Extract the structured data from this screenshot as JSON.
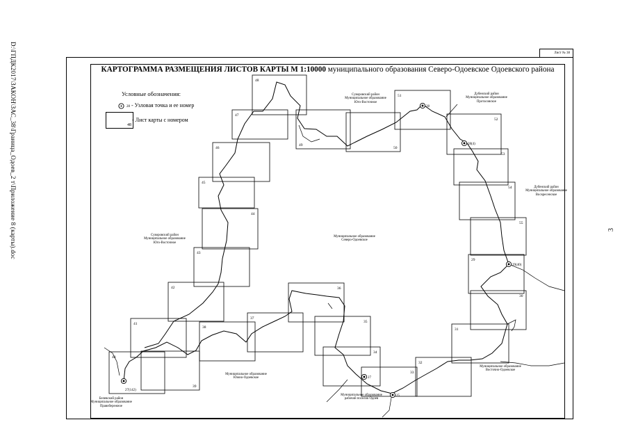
{
  "document": {
    "side_path": "D:\\ГПДК2017\\ЗАКОН\\ЗАС_38\\Граница_Одоев_2 т\\Приложение 8 (карты).doc",
    "page_number": "3",
    "stamp": "Лист № 38"
  },
  "map": {
    "title_bold": "КАРТОГРАММА РАЗМЕЩЕНИЯ ЛИСТОВ КАРТЫ М 1:10000",
    "title_rest": " муниципального образования Северо-Одоевское Одоевского района",
    "legend": {
      "title": "Условные обозначения:",
      "node_label": "- Узловая точка и ее номер",
      "node_number": "28",
      "sheet_label": "- Лист карты с номером",
      "sheet_number": "48"
    },
    "area_labels": [
      {
        "id": "suvorov-top",
        "lines": [
          "Суворовский район",
          "Муниципальное образование",
          "Юго-Восточное"
        ]
      },
      {
        "id": "dubensky-top",
        "lines": [
          "Дубенский район",
          "Муниципальное образование",
          "Протасовское"
        ]
      },
      {
        "id": "dubensky-right",
        "lines": [
          "Дубенский район",
          "Муниципальное образование",
          "Воскресенское"
        ]
      },
      {
        "id": "suvorov-left",
        "lines": [
          "Суворовский район",
          "Муниципальное образование",
          "Юго-Восточное"
        ]
      },
      {
        "id": "center",
        "lines": [
          "Муниципальное образование",
          "Северо-Одоевское"
        ]
      },
      {
        "id": "south-odoev",
        "lines": [
          "Муниципальное образование",
          "Южно-Одоевское"
        ]
      },
      {
        "id": "east-odoev",
        "lines": [
          "Муниципальное образование",
          "Восточно-Одоевское"
        ]
      },
      {
        "id": "odoev-town",
        "lines": [
          "Муниципальное образование",
          "рабочий поселок Одоев"
        ]
      },
      {
        "id": "belevsky",
        "lines": [
          "Белевский район",
          "Муниципальное образование",
          "Правобережное"
        ]
      }
    ],
    "sheets": [
      "48",
      "47",
      "49",
      "50",
      "51",
      "52",
      "53",
      "54",
      "55",
      "46",
      "45",
      "44",
      "43",
      "42",
      "41",
      "40",
      "39",
      "38",
      "37",
      "36",
      "35",
      "34",
      "33",
      "32",
      "31",
      "30",
      "29"
    ],
    "nodes": [
      "28(4)",
      "29(40)",
      "27(142)",
      "28",
      "25",
      "27"
    ]
  }
}
